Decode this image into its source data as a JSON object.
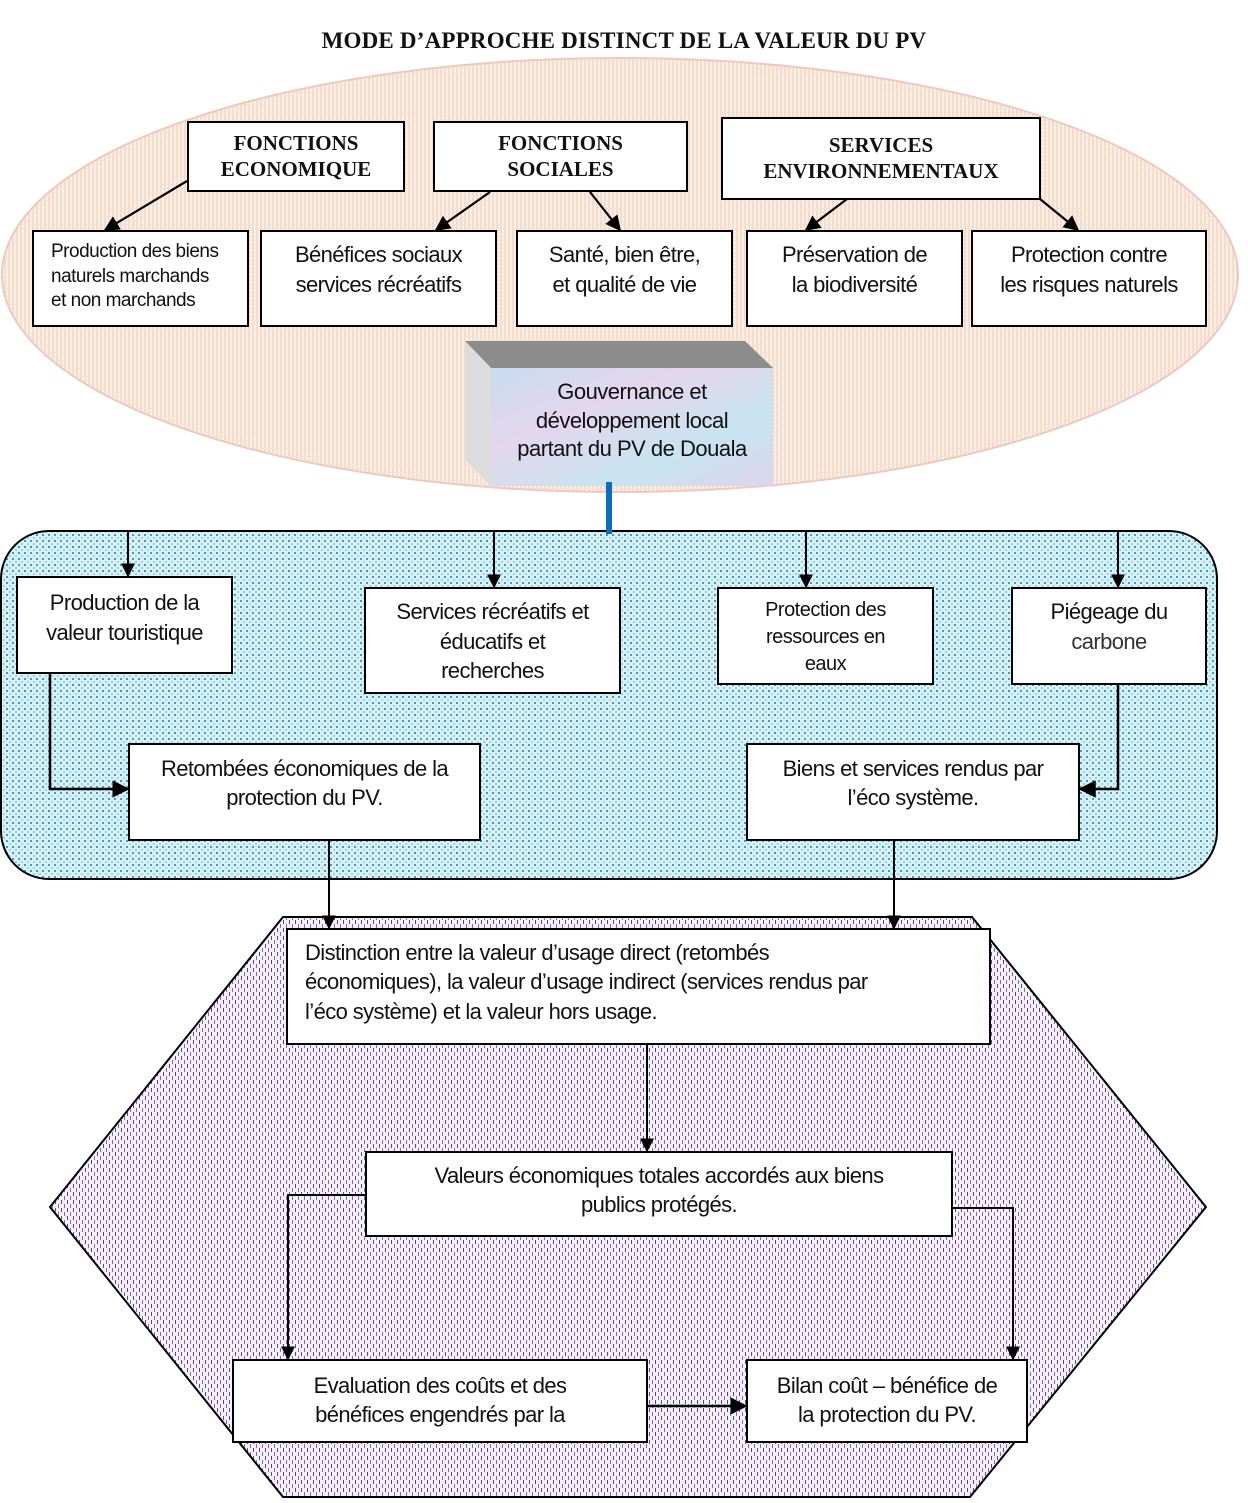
{
  "title": "MODE D’APPROCHE DISTINCT DE LA VALEUR DU PV",
  "colors": {
    "ellipse_fill": "#f7e6d6",
    "ellipse_stroke": "#f0c8c0",
    "panel_fill": "#cfeaf2",
    "panel_dot": "#3aa0c0",
    "hexagon_fill": "#ece6f2",
    "hexagon_dash": "#6a3d9a",
    "connector_blue": "#0a6ebd"
  },
  "top_section": {
    "categories": [
      {
        "id": "eco",
        "label_lines": [
          "FONCTIONS",
          "ECONOMIQUE"
        ]
      },
      {
        "id": "soc",
        "label_lines": [
          "FONCTIONS",
          "SOCIALES"
        ]
      },
      {
        "id": "env",
        "label_lines": [
          "SERVICES",
          "ENVIRONNEMENTAUX"
        ]
      }
    ],
    "outcomes": [
      {
        "id": "biens",
        "lines": [
          "Production des biens",
          "naturels marchands",
          "et non marchands"
        ]
      },
      {
        "id": "benefices",
        "lines": [
          "Bénéfices sociaux",
          "services récréatifs"
        ]
      },
      {
        "id": "sante",
        "lines": [
          "Santé, bien être,",
          "et qualité de vie"
        ]
      },
      {
        "id": "biodiv",
        "lines": [
          "Préservation de",
          "la biodiversité"
        ]
      },
      {
        "id": "risques",
        "lines": [
          "Protection contre",
          "les risques naturels"
        ]
      }
    ]
  },
  "governance": {
    "lines": [
      "Gouvernance et",
      "développement local",
      "partant du PV de Douala"
    ]
  },
  "middle_section": {
    "services": [
      {
        "id": "touristique",
        "lines": [
          "Production de la",
          "valeur touristique"
        ]
      },
      {
        "id": "recreatifs",
        "lines": [
          "Services récréatifs et",
          "éducatifs et",
          "recherches"
        ]
      },
      {
        "id": "eaux",
        "lines": [
          "Protection des",
          "ressources en",
          "eaux"
        ]
      },
      {
        "id": "carbone",
        "lines": [
          "Piégeage du",
          "carbone"
        ]
      }
    ],
    "results": [
      {
        "id": "retombees",
        "lines": [
          "Retombées économiques de la",
          "protection du PV."
        ]
      },
      {
        "id": "ecosysteme",
        "lines": [
          "Biens et services rendus par",
          "l’éco système."
        ]
      }
    ]
  },
  "bottom_section": {
    "distinction": {
      "lines": [
        "Distinction entre la valeur d’usage direct (retombés",
        "économiques), la valeur d’usage indirect (services rendus par",
        "l’éco système) et la valeur hors usage."
      ]
    },
    "totales": {
      "lines": [
        "Valeurs économiques totales accordés aux biens",
        "publics protégés."
      ]
    },
    "evaluation": {
      "lines": [
        "Evaluation des coûts et des",
        "bénéfices engendrés par la"
      ]
    },
    "bilan": {
      "lines": [
        "Bilan coût – bénéfice de",
        "la protection du PV."
      ]
    }
  }
}
